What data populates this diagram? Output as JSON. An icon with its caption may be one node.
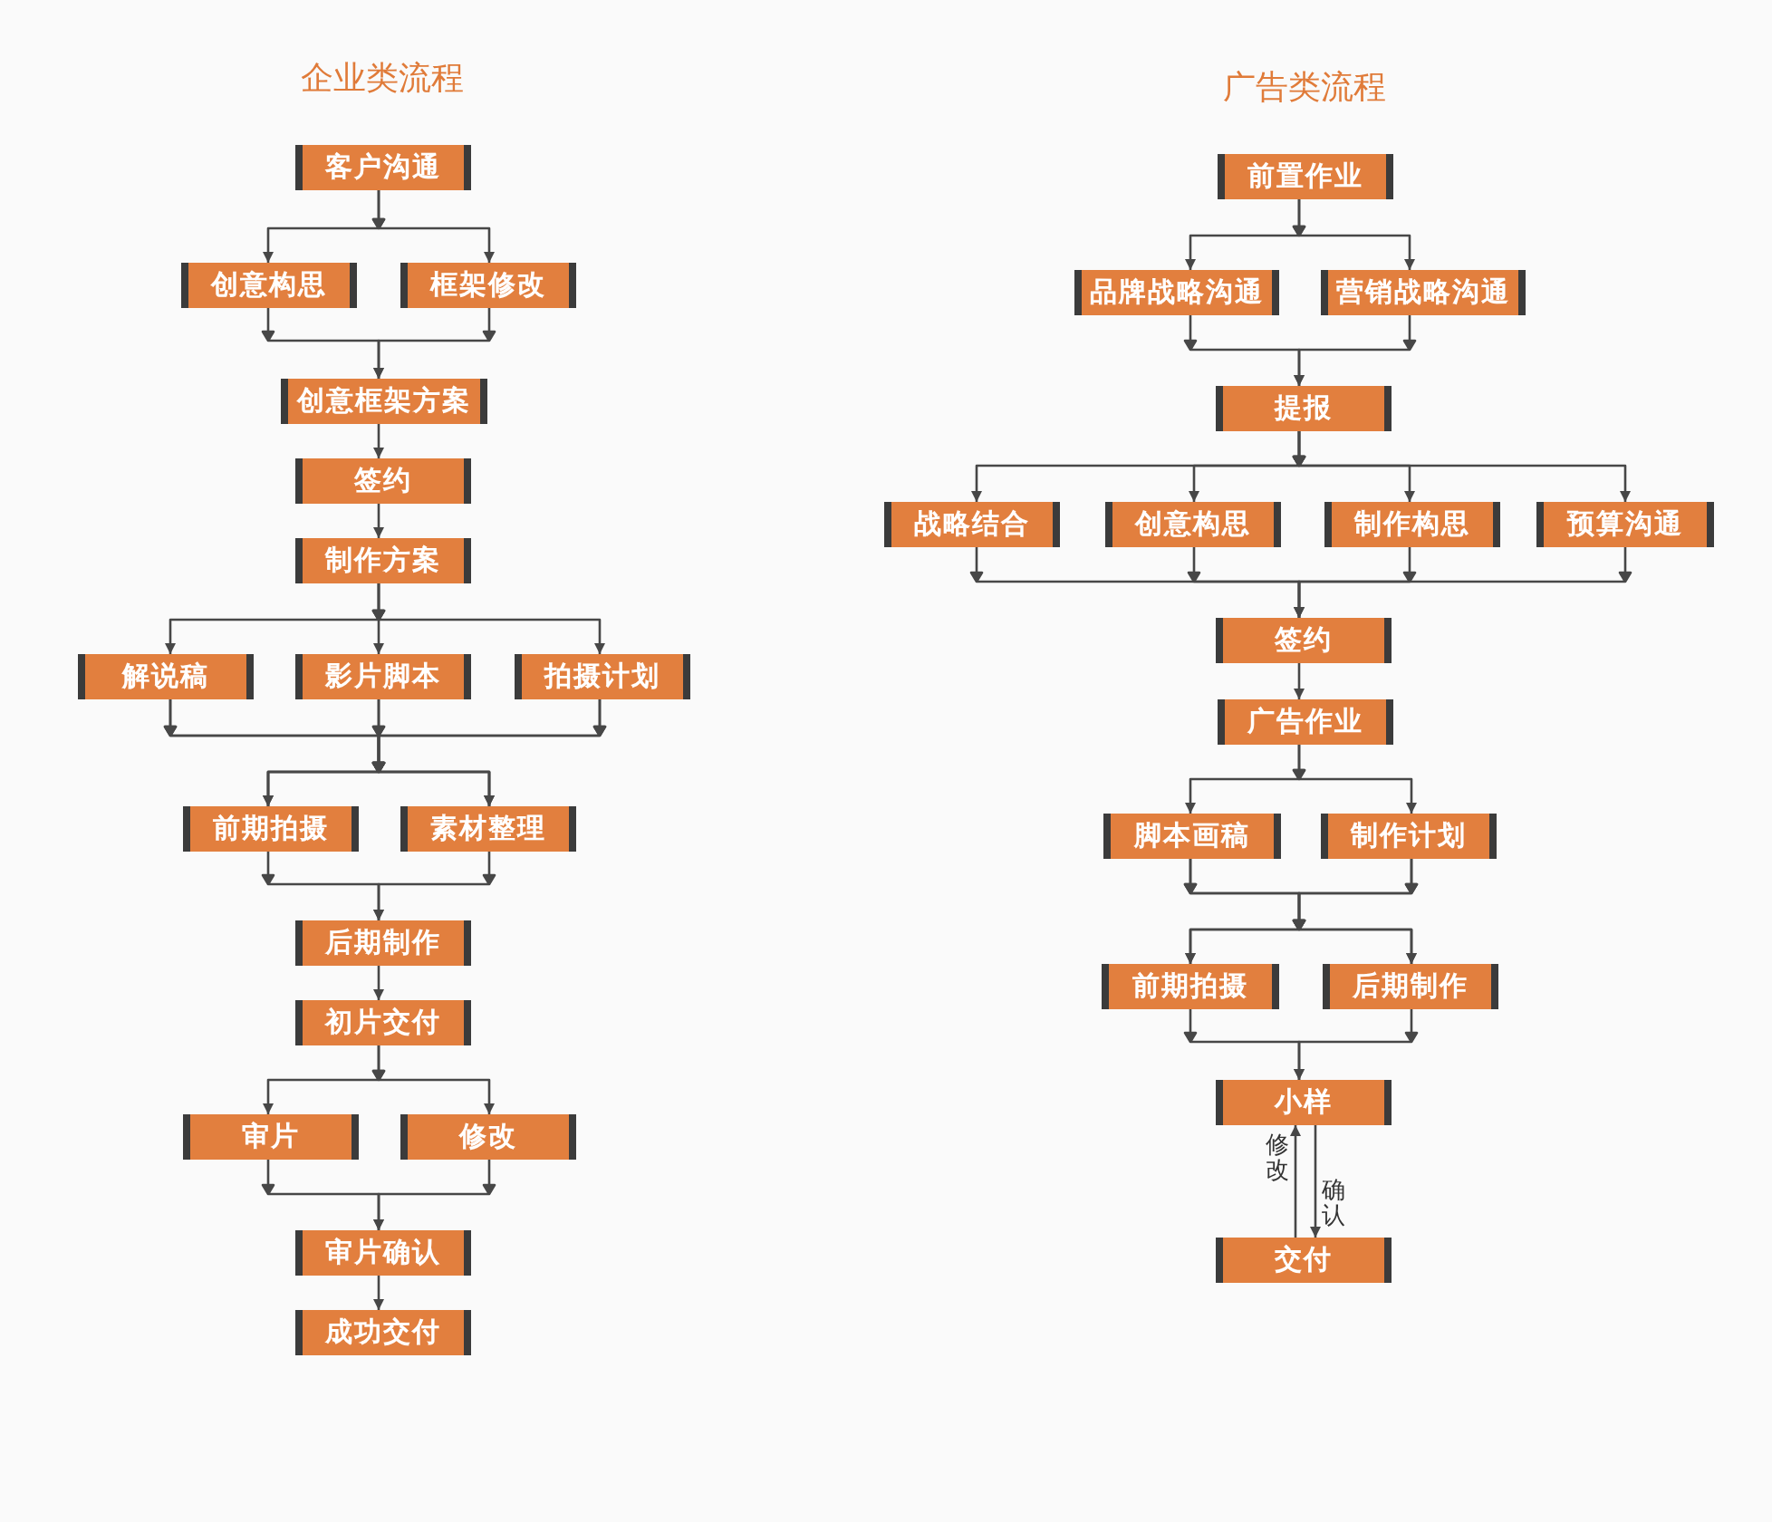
{
  "diagram": {
    "nodes": [
      {
        "text": [
          "客户沟通"
        ]
      },
      {
        "text": [
          "创意构思"
        ]
      },
      {
        "text": [
          "框架修改"
        ]
      },
      {
        "text": [
          "创意框架方案"
        ]
      },
      {
        "text": [
          "签约"
        ]
      },
      {
        "text": [
          "制作方案"
        ]
      },
      {
        "text": [
          "解说稿"
        ]
      },
      {
        "text": [
          "影片脚本"
        ]
      },
      {
        "text": [
          "拍摄计划"
        ]
      },
      {
        "text": [
          "前期拍摄"
        ]
      },
      {
        "text": [
          "素材整理"
        ]
      },
      {
        "text": [
          "后期制作"
        ]
      },
      {
        "text": [
          "初片交付"
        ]
      },
      {
        "text": [
          "审片"
        ]
      },
      {
        "text": [
          "修改"
        ]
      },
      {
        "text": [
          "审片确认"
        ]
      },
      {
        "text": [
          "成功交付"
        ]
      },
      {
        "text": [
          "前置作业"
        ]
      },
      {
        "text": [
          "品牌战略沟通"
        ]
      },
      {
        "text": [
          "营销战略沟通"
        ]
      },
      {
        "text": [
          "提报"
        ]
      },
      {
        "text": [
          "战略结合"
        ]
      },
      {
        "text": [
          "创意构思"
        ]
      },
      {
        "text": [
          "制作构思"
        ]
      },
      {
        "text": [
          "预算沟通"
        ]
      },
      {
        "text": [
          "签约"
        ]
      },
      {
        "text": [
          "广告作业"
        ]
      },
      {
        "text": [
          "脚本画稿"
        ]
      },
      {
        "text": [
          "制作计划"
        ]
      },
      {
        "text": [
          "前期拍摄"
        ]
      },
      {
        "text": [
          "后期制作"
        ]
      },
      {
        "text": [
          "小样"
        ]
      },
      {
        "text": [
          "交付"
        ]
      }
    ],
    "edges": [
      {
        "from": 0,
        "to": 1,
        "arrow": "to"
      },
      {
        "from": 0,
        "to": 2,
        "arrow": "to"
      },
      {
        "from": 1,
        "to": 3,
        "arrow": "to"
      },
      {
        "from": 2,
        "to": 3,
        "arrow": "to"
      },
      {
        "from": 3,
        "to": 4,
        "arrow": "to"
      },
      {
        "from": 4,
        "to": 5,
        "arrow": "to"
      },
      {
        "from": 5,
        "to": 6,
        "arrow": "to"
      },
      {
        "from": 5,
        "to": 7,
        "arrow": "to"
      },
      {
        "from": 5,
        "to": 8,
        "arrow": "to"
      },
      {
        "from": 6,
        "to": 9,
        "arrow": "to"
      },
      {
        "from": 6,
        "to": 10,
        "arrow": "to"
      },
      {
        "from": 7,
        "to": 9,
        "arrow": "to"
      },
      {
        "from": 7,
        "to": 10,
        "arrow": "to"
      },
      {
        "from": 8,
        "to": 9,
        "arrow": "to"
      },
      {
        "from": 8,
        "to": 10,
        "arrow": "to"
      },
      {
        "from": 9,
        "to": 11,
        "arrow": "to"
      },
      {
        "from": 10,
        "to": 11,
        "arrow": "to"
      },
      {
        "from": 11,
        "to": 12,
        "arrow": "to"
      },
      {
        "from": 12,
        "to": 13,
        "arrow": "to"
      },
      {
        "from": 12,
        "to": 14,
        "arrow": "to"
      },
      {
        "from": 13,
        "to": 15,
        "arrow": "to"
      },
      {
        "from": 14,
        "to": 15,
        "arrow": "to"
      },
      {
        "from": 15,
        "to": 16,
        "arrow": "to"
      },
      {
        "from": 17,
        "to": 18,
        "arrow": "to"
      },
      {
        "from": 17,
        "to": 19,
        "arrow": "to"
      },
      {
        "from": 18,
        "to": 20,
        "arrow": "to"
      },
      {
        "from": 19,
        "to": 20,
        "arrow": "to"
      },
      {
        "from": 20,
        "to": 21,
        "arrow": "to"
      },
      {
        "from": 20,
        "to": 22,
        "arrow": "to"
      },
      {
        "from": 20,
        "to": 23,
        "arrow": "to"
      },
      {
        "from": 20,
        "to": 24,
        "arrow": "to"
      },
      {
        "from": 21,
        "to": 25,
        "arrow": "to"
      },
      {
        "from": 22,
        "to": 25,
        "arrow": "to"
      },
      {
        "from": 23,
        "to": 25,
        "arrow": "to"
      },
      {
        "from": 24,
        "to": 25,
        "arrow": "to"
      },
      {
        "from": 25,
        "to": 26,
        "arrow": "to"
      },
      {
        "from": 26,
        "to": 27,
        "arrow": "to"
      },
      {
        "from": 26,
        "to": 28,
        "arrow": "to"
      },
      {
        "from": 27,
        "to": 29,
        "arrow": "to"
      },
      {
        "from": 27,
        "to": 30,
        "arrow": "to"
      },
      {
        "from": 28,
        "to": 29,
        "arrow": "to"
      },
      {
        "from": 28,
        "to": 30,
        "arrow": "to"
      },
      {
        "from": 29,
        "to": 31,
        "arrow": "to"
      },
      {
        "from": 30,
        "to": 31,
        "arrow": "to"
      },
      {
        "from": 32,
        "to": 31,
        "arrow": "to",
        "label": "修改"
      },
      {
        "from": 31,
        "to": 32,
        "arrow": "to",
        "label": "确认"
      }
    ],
    "labels": [
      "企业类流程",
      "广告类流程"
    ]
  }
}
